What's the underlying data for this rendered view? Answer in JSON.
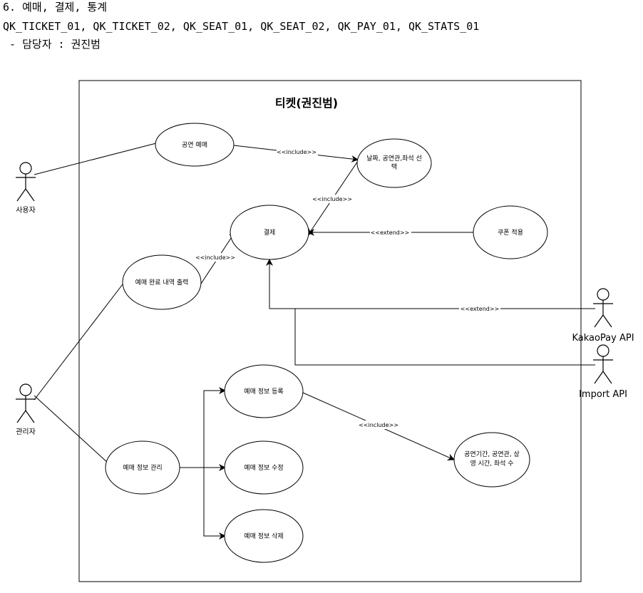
{
  "header": {
    "title": "6. 예매, 결제, 통계",
    "codes": "QK_TICKET_01, QK_TICKET_02, QK_SEAT_01, QK_SEAT_02, QK_PAY_01, QK_STATS_01",
    "owner": " - 담당자 : 권진범"
  },
  "diagram": {
    "system_title": "티켓(권진범)",
    "actors": {
      "user": "사용자",
      "admin": "관리자",
      "kakaopay": "KakaoPay API",
      "import": "Import API"
    },
    "use_cases": {
      "reserve": [
        "공연 예매"
      ],
      "select": [
        "날짜, 공연관,좌석 선",
        "택"
      ],
      "payment": [
        "결제"
      ],
      "coupon": [
        "쿠폰 적용"
      ],
      "print": [
        "예매 완료 내역 출력"
      ],
      "register": [
        "예매 정보 등록"
      ],
      "manage": [
        "예매 정보 관리"
      ],
      "modify": [
        "예매 정보 수정"
      ],
      "delete": [
        "예매 정보 삭제"
      ],
      "details": [
        "공연기간, 공연관, 상",
        "영 시간, 좌석 수"
      ]
    },
    "relations": {
      "include": "<<include>>",
      "extend": "<<extend>>"
    }
  }
}
